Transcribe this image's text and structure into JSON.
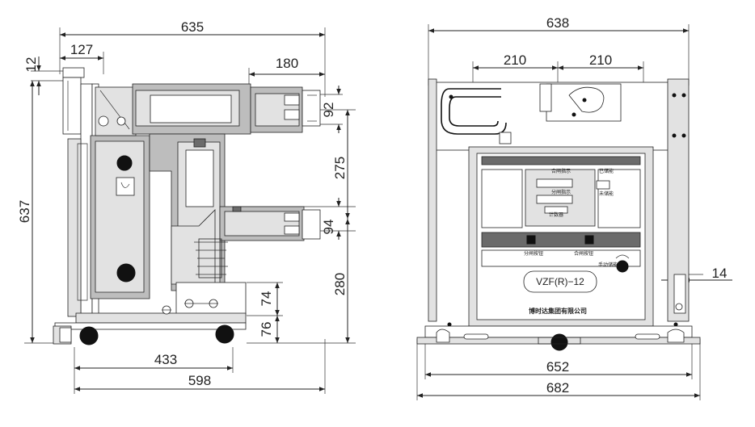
{
  "left_view": {
    "dims": {
      "overall_width": "635",
      "top_left": "127",
      "top_small": "12",
      "upper_contact_span": "180",
      "upper_contact_dia": "92",
      "contact_spacing": "275",
      "lower_contact_dia": "94",
      "lower_height": "280",
      "overall_height": "637",
      "base_upper": "74",
      "base_lower": "76",
      "wheel_span": "433",
      "base_length": "598"
    }
  },
  "right_view": {
    "dims": {
      "overall_width": "638",
      "phase_left": "210",
      "phase_right": "210",
      "side_offset": "14",
      "rail_inner": "652",
      "rail_outer": "682"
    },
    "panel": {
      "close_indicator": "合闸指示",
      "open_indicator": "分闸指示",
      "stored": "已储能",
      "not_stored": "未储能",
      "counter": "计数器",
      "open_button": "分闸按钮",
      "close_button": "合闸按钮",
      "manual_charge": "手动储能",
      "model": "VZF(R)−12",
      "company": "博时达集团有限公司"
    }
  },
  "colors": {
    "line": "#222222",
    "panel_gray": "#bdbdbd",
    "dark_gray": "#6b6b6b"
  }
}
